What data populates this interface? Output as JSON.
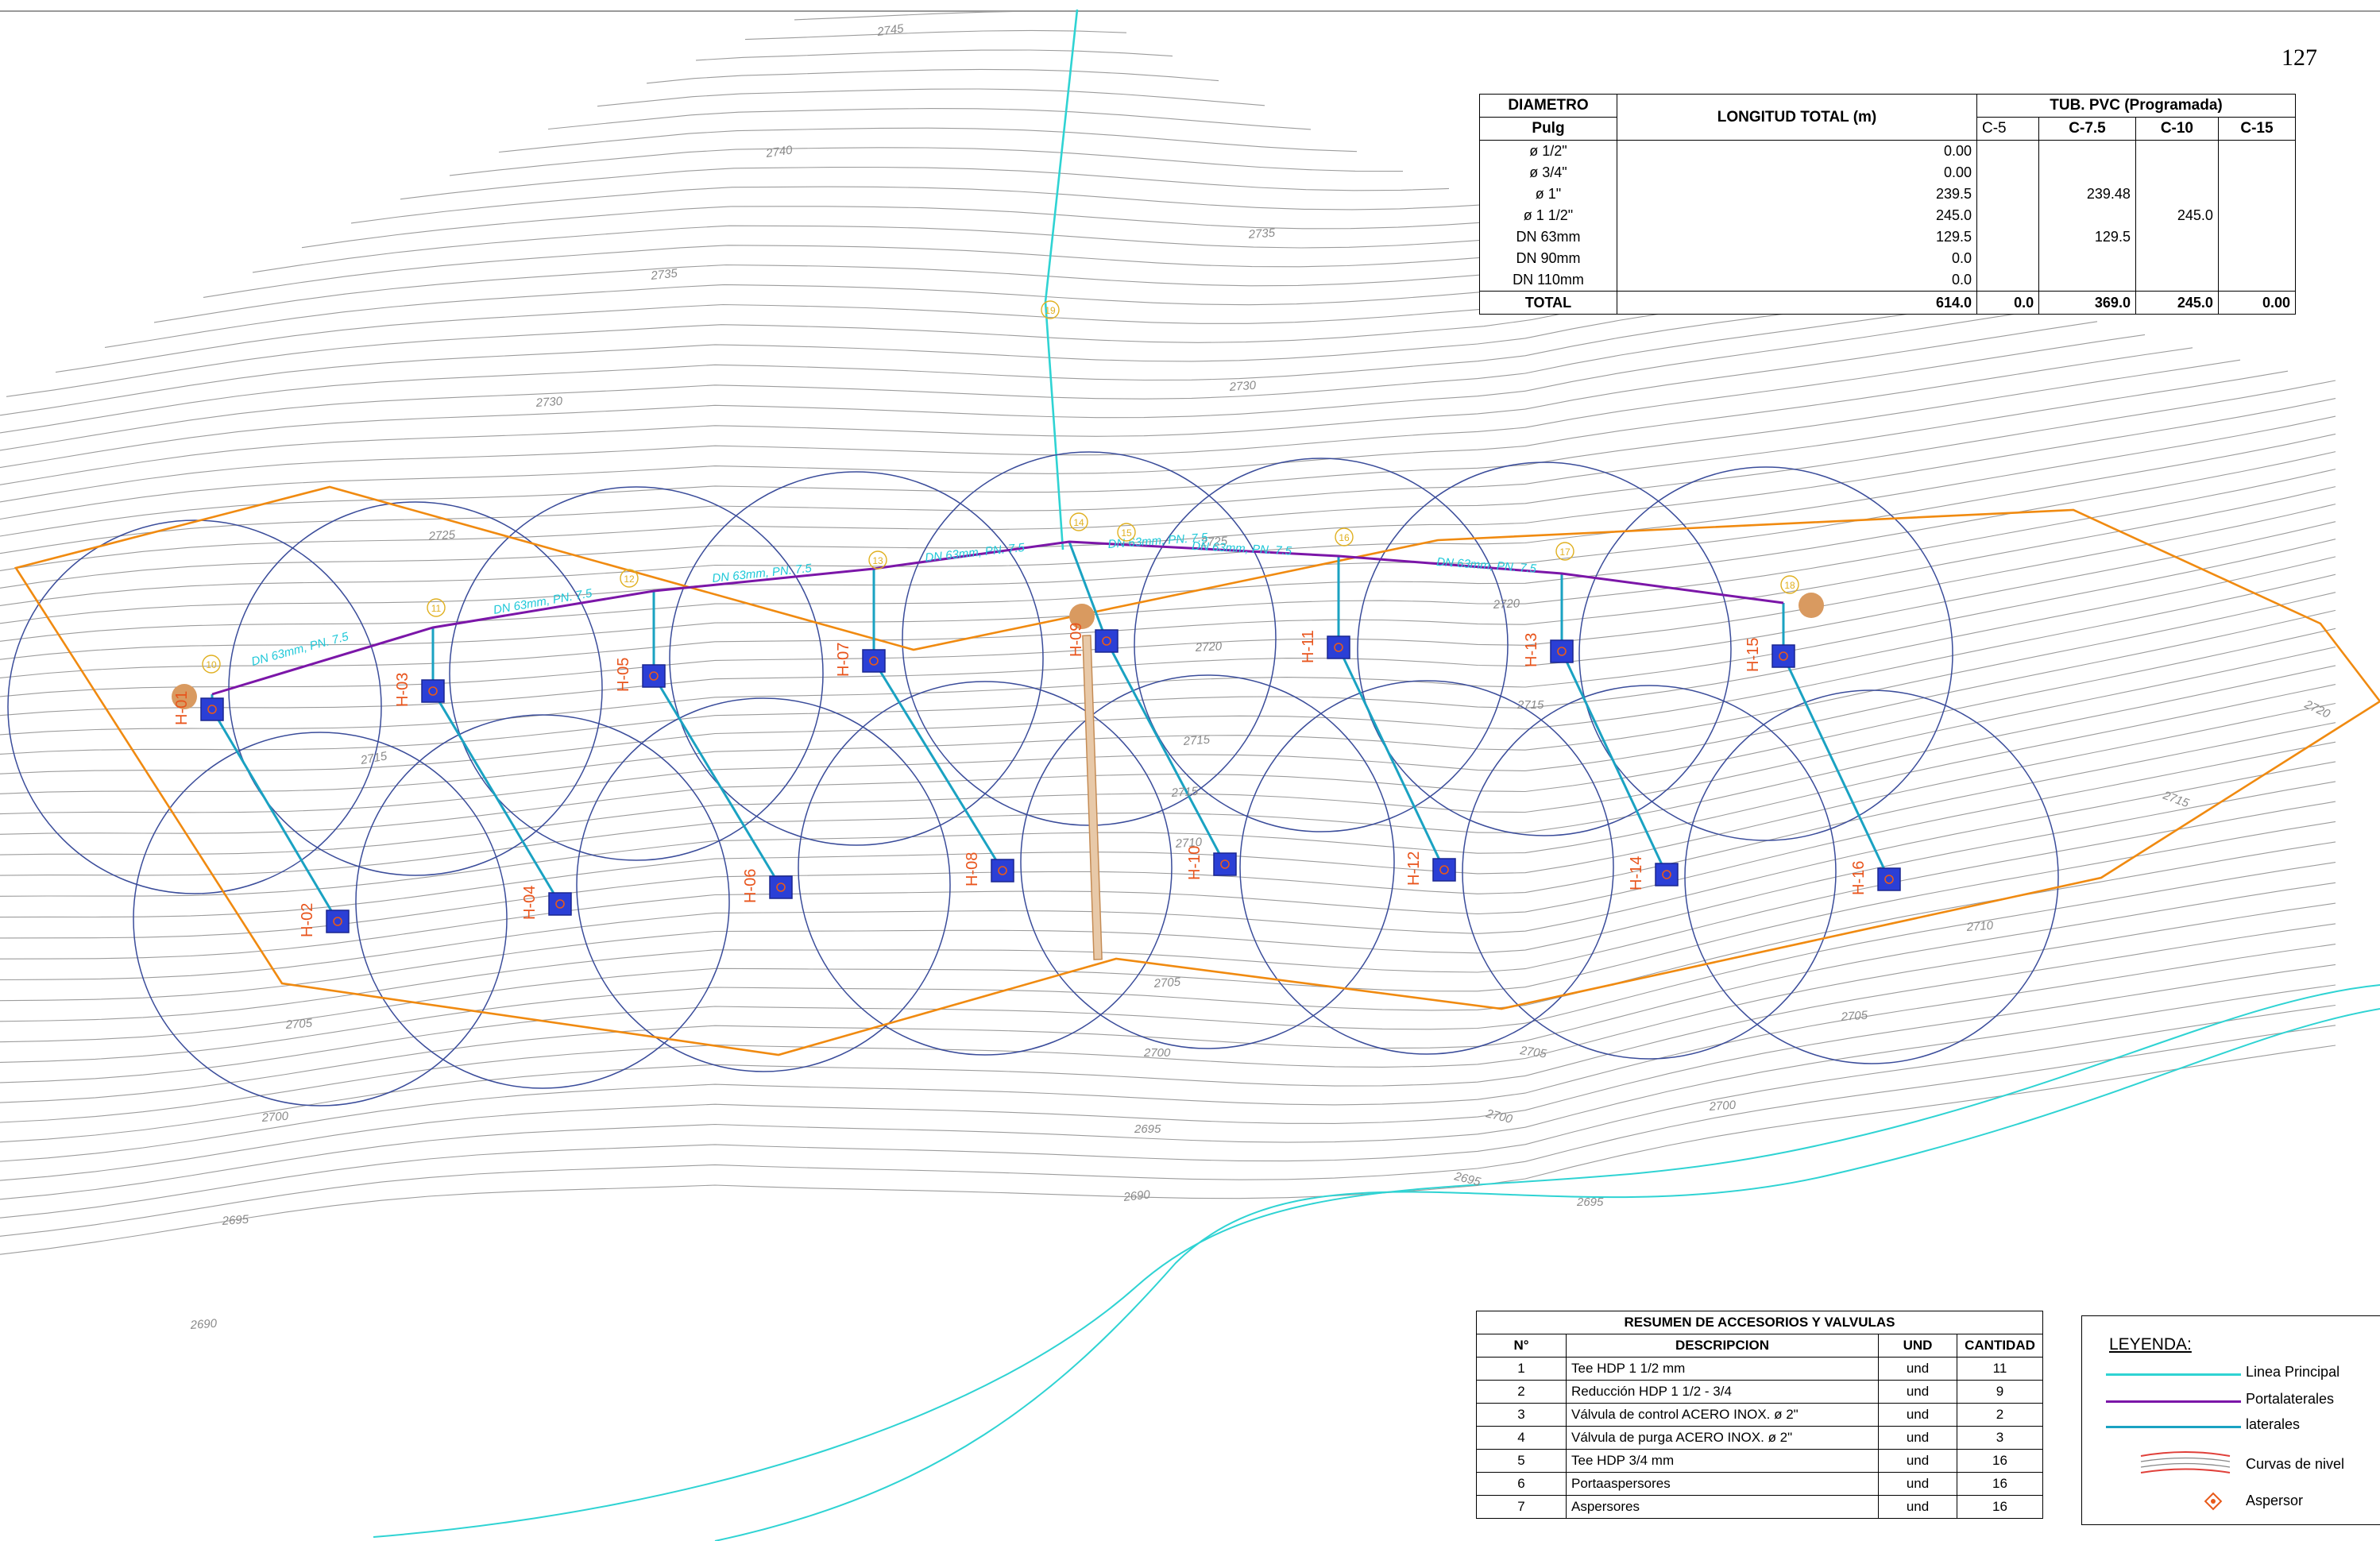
{
  "page_number": "127",
  "map": {
    "contour_labels": [
      "2745",
      "2740",
      "2735",
      "2735",
      "2730",
      "2730",
      "2725",
      "2725",
      "2720",
      "2720",
      "2720",
      "2715",
      "2715",
      "2715",
      "2715",
      "2715",
      "2710",
      "2710",
      "2705",
      "2705",
      "2705",
      "2705",
      "2700",
      "2700",
      "2700",
      "2700",
      "2695",
      "2695",
      "2695",
      "2690",
      "2690",
      "2695"
    ],
    "hydrants": [
      "H-01",
      "H-02",
      "H-03",
      "H-04",
      "H-05",
      "H-06",
      "H-07",
      "H-08",
      "H-09",
      "H-10",
      "H-11",
      "H-12",
      "H-13",
      "H-14",
      "H-15",
      "H-16"
    ],
    "pipe_labels": [
      "DN 63mm, PN. 7.5",
      "DN 63mm, PN. 7.5",
      "DN 63mm, PN. 7.5",
      "DN 63mm, PN. 7.5",
      "DN 63mm, PN. 7.5",
      "DN 63mm, PN. 7.5",
      "DN 63mm, PN. 7.5"
    ],
    "node_numbers": [
      "10",
      "11",
      "12",
      "13",
      "14",
      "15",
      "16",
      "17",
      "18",
      "19"
    ]
  },
  "pipe_table": {
    "headers": {
      "diametro": "DIAMETRO",
      "pulg": "Pulg",
      "longitud": "LONGITUD TOTAL (m)",
      "tub": "TUB. PVC (Programada)",
      "c5": "C-5",
      "c75": "C-7.5",
      "c10": "C-10",
      "c15": "C-15"
    },
    "rows": [
      {
        "diam": "ø 1/2\"",
        "len": "0.00",
        "c5": "",
        "c75": "",
        "c10": "",
        "c15": ""
      },
      {
        "diam": "ø 3/4\"",
        "len": "0.00",
        "c5": "",
        "c75": "",
        "c10": "",
        "c15": ""
      },
      {
        "diam": "ø 1\"",
        "len": "239.5",
        "c5": "",
        "c75": "239.48",
        "c10": "",
        "c15": ""
      },
      {
        "diam": "ø 1 1/2\"",
        "len": "245.0",
        "c5": "",
        "c75": "",
        "c10": "245.0",
        "c15": ""
      },
      {
        "diam": "DN 63mm",
        "len": "129.5",
        "c5": "",
        "c75": "129.5",
        "c10": "",
        "c15": ""
      },
      {
        "diam": "DN 90mm",
        "len": "0.0",
        "c5": "",
        "c75": "",
        "c10": "",
        "c15": ""
      },
      {
        "diam": "DN 110mm",
        "len": "0.0",
        "c5": "",
        "c75": "",
        "c10": "",
        "c15": ""
      }
    ],
    "total": {
      "label": "TOTAL",
      "len": "614.0",
      "c5": "0.0",
      "c75": "369.0",
      "c10": "245.0",
      "c15": "0.00"
    }
  },
  "accessories": {
    "title": "RESUMEN DE ACCESORIOS Y VALVULAS",
    "headers": {
      "n": "N°",
      "desc": "DESCRIPCION",
      "und": "UND",
      "qty": "CANTIDAD"
    },
    "rows": [
      {
        "n": "1",
        "desc": "Tee HDP 1 1/2 mm",
        "und": "und",
        "qty": "11"
      },
      {
        "n": "2",
        "desc": "Reducción HDP  1 1/2 - 3/4",
        "und": "und",
        "qty": "9"
      },
      {
        "n": "3",
        "desc": "Válvula de control ACERO INOX. ø 2\"",
        "und": "und",
        "qty": "2"
      },
      {
        "n": "4",
        "desc": "Válvula de purga ACERO INOX. ø 2\"",
        "und": "und",
        "qty": "3"
      },
      {
        "n": "5",
        "desc": "Tee HDP 3/4 mm",
        "und": "und",
        "qty": "16"
      },
      {
        "n": "6",
        "desc": "Portaaspersores",
        "und": "und",
        "qty": "16"
      },
      {
        "n": "7",
        "desc": "Aspersores",
        "und": "und",
        "qty": "16"
      }
    ]
  },
  "legend": {
    "title": "LEYENDA:",
    "items": [
      {
        "label": "Linea Principal",
        "color": "#2fd3d3"
      },
      {
        "label": "Portalaterales",
        "color": "#7b16a8"
      },
      {
        "label": "laterales",
        "color": "#1aa2c2"
      },
      {
        "label": "Curvas de nivel",
        "color": "#e0403a"
      },
      {
        "label": "Aspersor",
        "color": "#e85a1a"
      }
    ]
  },
  "colors": {
    "contour": "#9c9c9c",
    "boundary": "#f08a10",
    "circle": "#3a4c9a",
    "main_line": "#2fd3d3",
    "portalateral": "#7b16a8",
    "lateral": "#1aa2c2",
    "sprinkler_fill": "#2b3fd6",
    "hydrant_label": "#e8541c",
    "node_fill": "#d99a60",
    "label_cyan": "#1fc8d8",
    "node_num": "#e0b020"
  }
}
